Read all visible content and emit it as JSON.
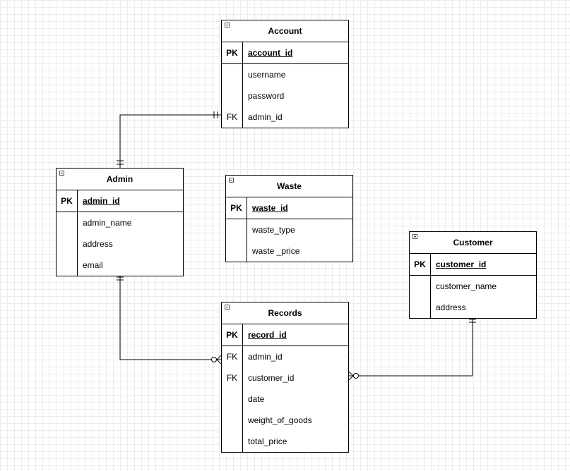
{
  "entities": {
    "account": {
      "title": "Account",
      "pk": {
        "key": "PK",
        "name": "account_id"
      },
      "fields": [
        {
          "key": "",
          "name": "username"
        },
        {
          "key": "",
          "name": "password"
        },
        {
          "key": "FK",
          "name": "admin_id"
        }
      ]
    },
    "admin": {
      "title": "Admin",
      "pk": {
        "key": "PK",
        "name": "admin_id"
      },
      "fields": [
        {
          "key": "",
          "name": "admin_name"
        },
        {
          "key": "",
          "name": "address"
        },
        {
          "key": "",
          "name": "email"
        }
      ]
    },
    "waste": {
      "title": "Waste",
      "pk": {
        "key": "PK",
        "name": "waste_id"
      },
      "fields": [
        {
          "key": "",
          "name": "waste_type"
        },
        {
          "key": "",
          "name": "waste _price"
        }
      ]
    },
    "customer": {
      "title": "Customer",
      "pk": {
        "key": "PK",
        "name": "customer_id"
      },
      "fields": [
        {
          "key": "",
          "name": "customer_name"
        },
        {
          "key": "",
          "name": "address"
        }
      ]
    },
    "records": {
      "title": "Records",
      "pk": {
        "key": "PK",
        "name": "record_id"
      },
      "fields": [
        {
          "key": "FK",
          "name": "admin_id"
        },
        {
          "key": "FK",
          "name": "customer_id"
        },
        {
          "key": "",
          "name": "date"
        },
        {
          "key": "",
          "name": "weight_of_goods"
        },
        {
          "key": "",
          "name": "total_price"
        }
      ]
    }
  },
  "colors": {
    "line": "#000000",
    "grid": "#ececec",
    "background": "#ffffff"
  }
}
